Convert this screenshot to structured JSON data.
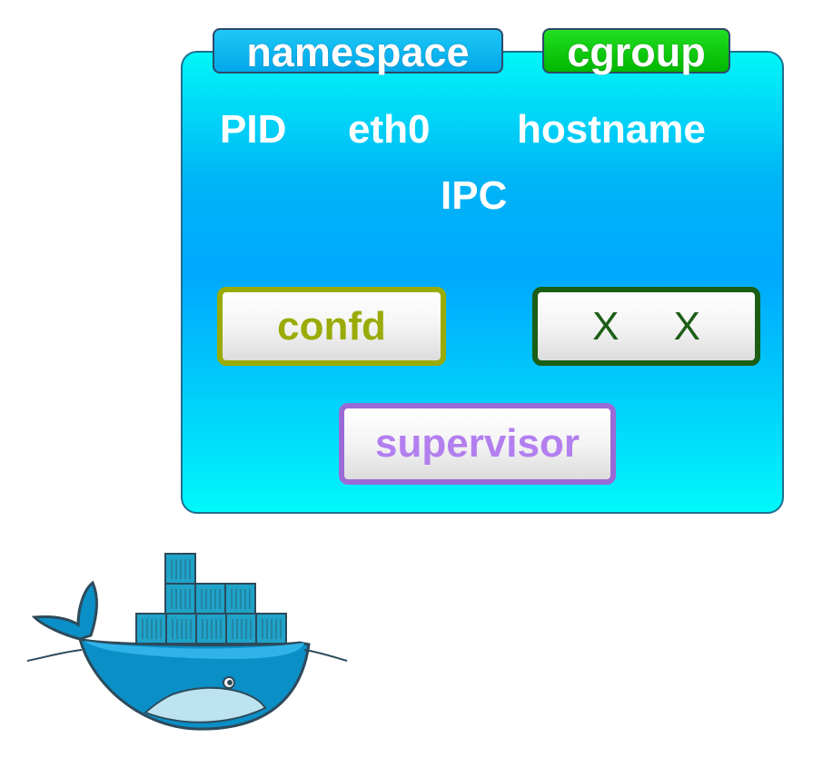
{
  "tags": {
    "namespace": "namespace",
    "cgroup": "cgroup"
  },
  "namespaces": {
    "pid": "PID",
    "eth0": "eth0",
    "hostname": "hostname",
    "ipc": "IPC"
  },
  "processes": {
    "confd": "confd",
    "x1": "X",
    "x2": "X",
    "supervisor": "supervisor"
  },
  "colors": {
    "container_top": "#00f6f8",
    "container_mid": "#00a8ff",
    "namespace_tag": "#00a7ea",
    "cgroup_tag": "#00b800",
    "confd": "#9aab07",
    "xx_border": "#1b5e16",
    "supervisor": "#9a6ad6",
    "whale": "#2496ed"
  },
  "icons": {
    "logo": "docker-whale-icon"
  }
}
